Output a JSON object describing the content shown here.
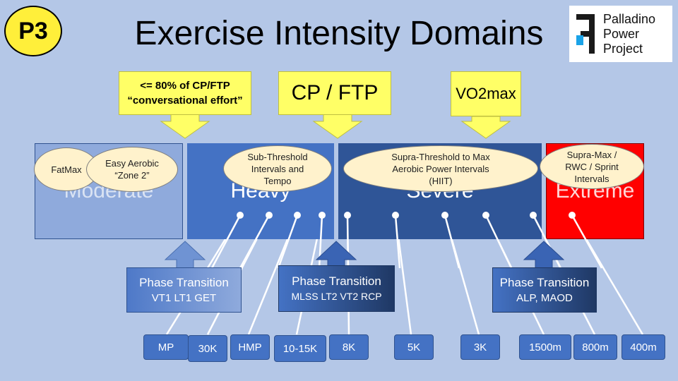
{
  "title": "Exercise Intensity Domains",
  "logo_left": {
    "text": "P3"
  },
  "logo_right": {
    "line1": "Palladino",
    "line2": "Power",
    "line3": "Project"
  },
  "callouts": {
    "moderate_top": {
      "line1": "<= 80% of CP/FTP",
      "line2": "“conversational effort”"
    },
    "cp_ftp": "CP / FTP",
    "vo2max": "VO2max"
  },
  "zones": [
    "Moderate",
    "Heavy",
    "Severe",
    "Extreme"
  ],
  "ellipses": {
    "fatmax": "FatMax",
    "easy_aerobic": {
      "line1": "Easy Aerobic",
      "line2": "“Zone 2”"
    },
    "sub_threshold": {
      "line1": "Sub-Threshold",
      "line2": "Intervals and",
      "line3": "Tempo"
    },
    "supra_threshold": {
      "line1": "Supra-Threshold to Max",
      "line2": "Aerobic Power Intervals",
      "line3": "(HIIT)"
    },
    "supra_max": {
      "line1": "Supra-Max /",
      "line2": "RWC / Sprint",
      "line3": "Intervals"
    }
  },
  "phases": [
    {
      "title": "Phase Transition",
      "markers": "VT1  LT1  GET"
    },
    {
      "title": "Phase Transition",
      "markers": "MLSS  LT2  VT2 RCP"
    },
    {
      "title": "Phase Transition",
      "markers": "ALP, MAOD"
    }
  ],
  "races": [
    "MP",
    "30K",
    "HMP",
    "10-15K",
    "8K",
    "5K",
    "3K",
    "1500m",
    "800m",
    "400m"
  ],
  "colors": {
    "background": "#b4c7e7",
    "moderate": "#8faadc",
    "heavy": "#4472c4",
    "severe": "#2f5597",
    "extreme": "#ff0000",
    "callout": "#ffff66",
    "ellipse": "#fff2cc"
  }
}
